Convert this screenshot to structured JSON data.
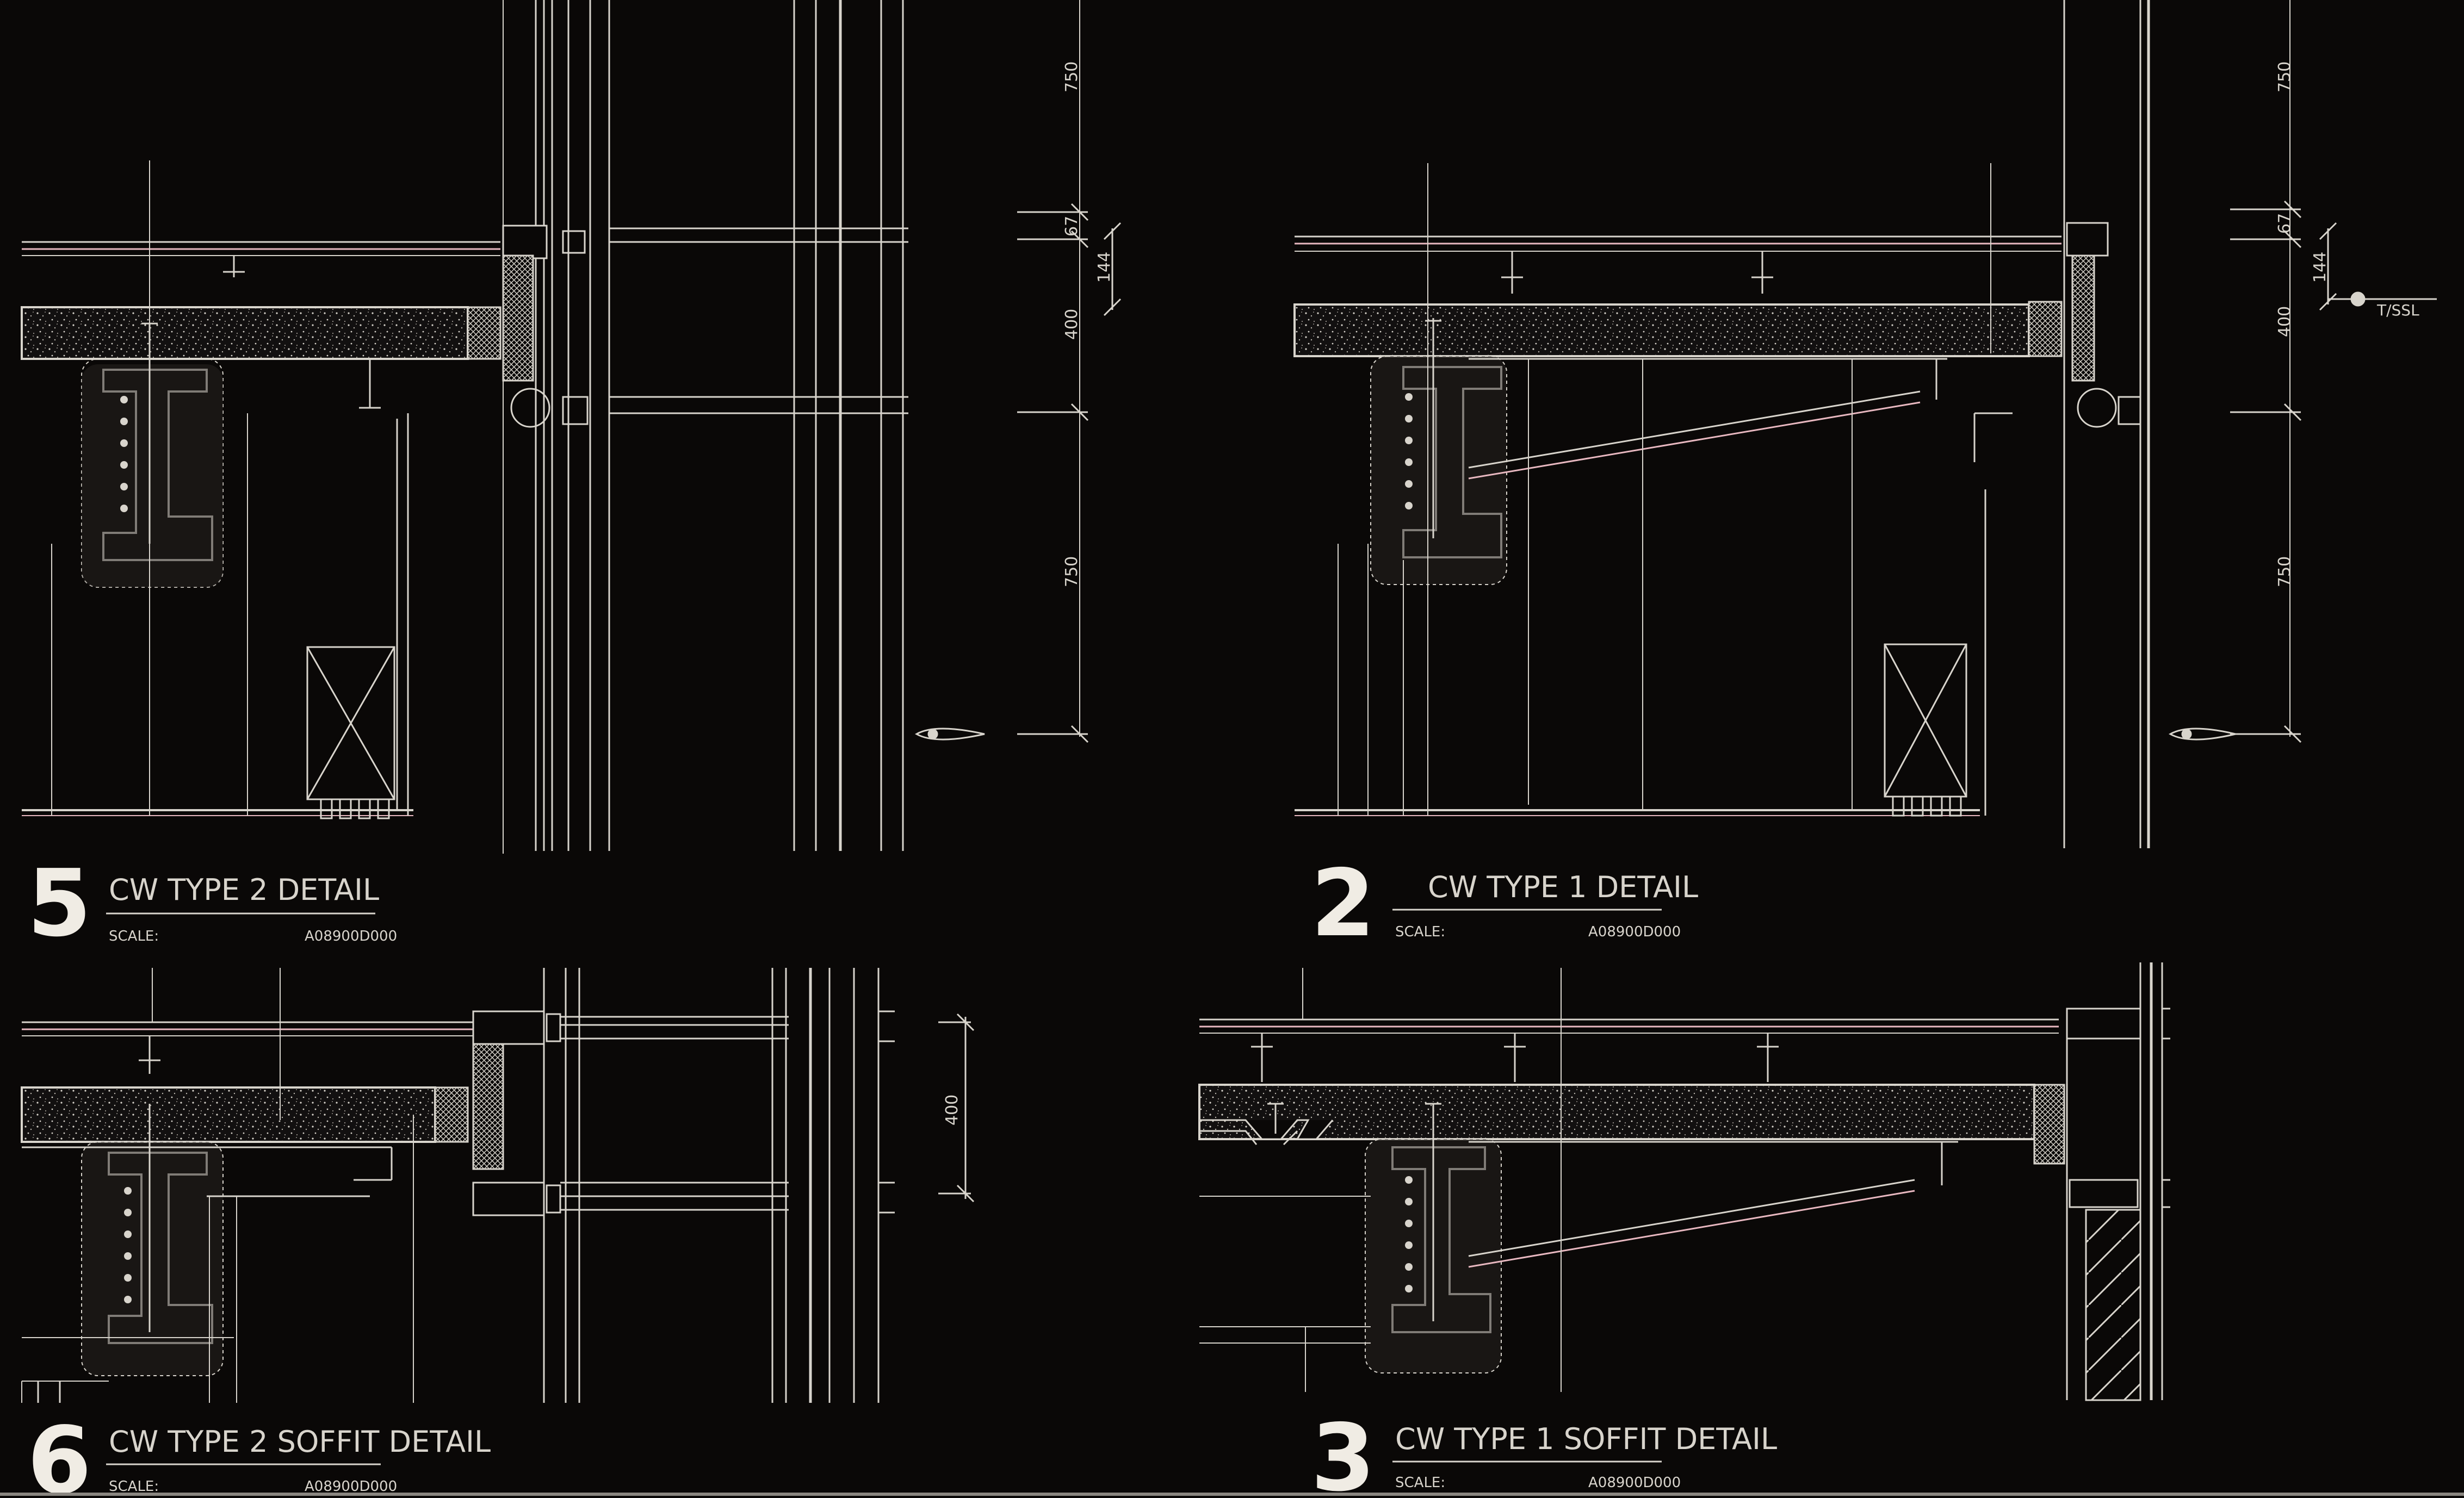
{
  "sheet": {
    "background": "#0a0807",
    "line_color": "#d8d4cc",
    "pink_color": "#e8b8c0",
    "details": [
      {
        "number": "5",
        "title": "CW  TYPE  2  DETAIL",
        "scale_label": "SCALE:",
        "ref": "A08900D000"
      },
      {
        "number": "2",
        "title": "CW  TYPE  1    DETAIL",
        "scale_label": "SCALE:",
        "ref": "A08900D000"
      },
      {
        "number": "6",
        "title": "CW  TYPE  2  SOFFIT  DETAIL",
        "scale_label": "SCALE:",
        "ref": "A08900D000"
      },
      {
        "number": "3",
        "title": "CW  TYPE  1  SOFFIT  DETAIL",
        "scale_label": "SCALE:",
        "ref": "A08900D000"
      }
    ],
    "dimensions": {
      "d5": [
        "750",
        "67",
        "144",
        "400",
        "750"
      ],
      "d2": [
        "750",
        "67",
        "144",
        "400",
        "750"
      ],
      "d6": [
        "400"
      ]
    },
    "level_tag": "T/SSL"
  }
}
